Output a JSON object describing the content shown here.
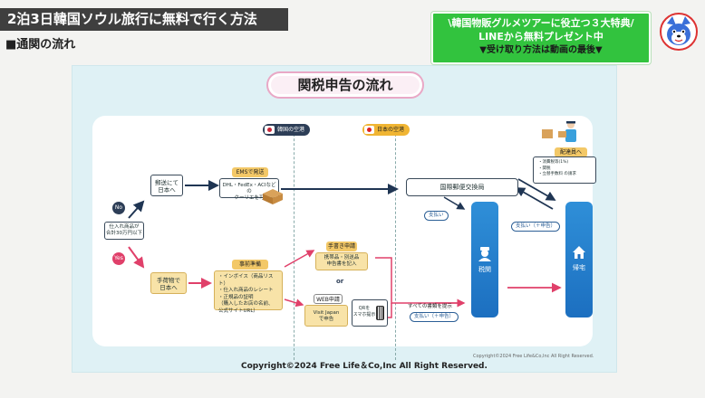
{
  "header": {
    "title": "2泊3日韓国ソウル旅行に無料で行く方法",
    "subtitle": "■通関の流れ"
  },
  "promo": {
    "line1": "\\韓国物販グルメツアーに役立つ３大特典/",
    "line2_a": "LINEから",
    "line2_b": "無料プレゼント中",
    "line3": "▼受け取り方法は動画の最後▼"
  },
  "diagram": {
    "title": "関税申告の流れ",
    "lane_korea": "韓国の空港",
    "lane_japan": "日本の空港",
    "start_node": "仕入れ商品が\n合計30万円以下",
    "no_label": "No",
    "yes_label": "Yes",
    "post_node": "郵送にて\n日本へ",
    "hand_node": "手荷物で\n日本へ",
    "ems_tag": "EMSで発送",
    "ems_desc": "DHL・FedEx・ACIなどの\nクーリエを可",
    "prep_tag": "事前準備",
    "prep_desc": "・インボイス（商品リスト）\n・仕入れ商品のレシート\n・正規品の証明\n（購入したお店の名前、\n公式サイトURL）",
    "or_label": "or",
    "written_tag": "手書き申請",
    "written_desc": "携帯品・別送品\n申告書を記入",
    "web_tag": "WEB申請",
    "web_desc": "Visit Japan\nで申告",
    "qr_desc": "QRを\nスマホ提示",
    "exchange": "国際郵便交換局",
    "delivery_tag": "配達員へ",
    "delivery_desc": "・消費税等(1%)\n・関税\n・立替手数料 の請求",
    "pay_left": "支払い",
    "pay_right": "支払い（＋申告）",
    "pay_bottom": "支払い（＋申告）",
    "all_docs": "すべての書類を提示",
    "customs": "税関",
    "home": "帰宅",
    "copyright": "Copyright©2024 Free Life＆Co,Inc All Right Reserved.",
    "copyright_small": "Copyright©2024 Free Life&Co,Inc All Right Reserved."
  },
  "colors": {
    "promo_bg": "#32c33e",
    "accent_blue": "#1c6fc0",
    "arrow_red": "#e0406a",
    "arrow_navy": "#1f3553",
    "tag_yellow": "#f3c867"
  }
}
